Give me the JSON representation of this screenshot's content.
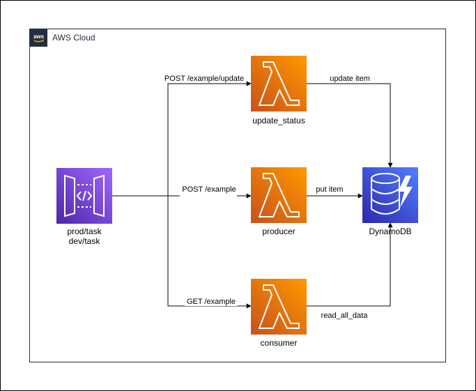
{
  "group": {
    "label": "AWS Cloud",
    "badge_text": "aws"
  },
  "nodes": {
    "api_gateway": {
      "label_line1": "prod/task",
      "label_line2": "dev/task",
      "icon": "api-gateway-icon",
      "color": "#8c4fff"
    },
    "update_status": {
      "label": "update_status",
      "icon": "lambda-icon",
      "color": "#ed7100"
    },
    "producer": {
      "label": "producer",
      "icon": "lambda-icon",
      "color": "#ed7100"
    },
    "consumer": {
      "label": "consumer",
      "icon": "lambda-icon",
      "color": "#ed7100"
    },
    "dynamodb": {
      "label": "DynamoDB",
      "icon": "dynamodb-icon",
      "color": "#3b48cc"
    }
  },
  "edges": {
    "post_update": "POST /example/update",
    "post_example": "POST /example",
    "get_example": "GET /example",
    "update_item": "update item",
    "put_item": "put item",
    "read_all_data": "read_all_data"
  }
}
